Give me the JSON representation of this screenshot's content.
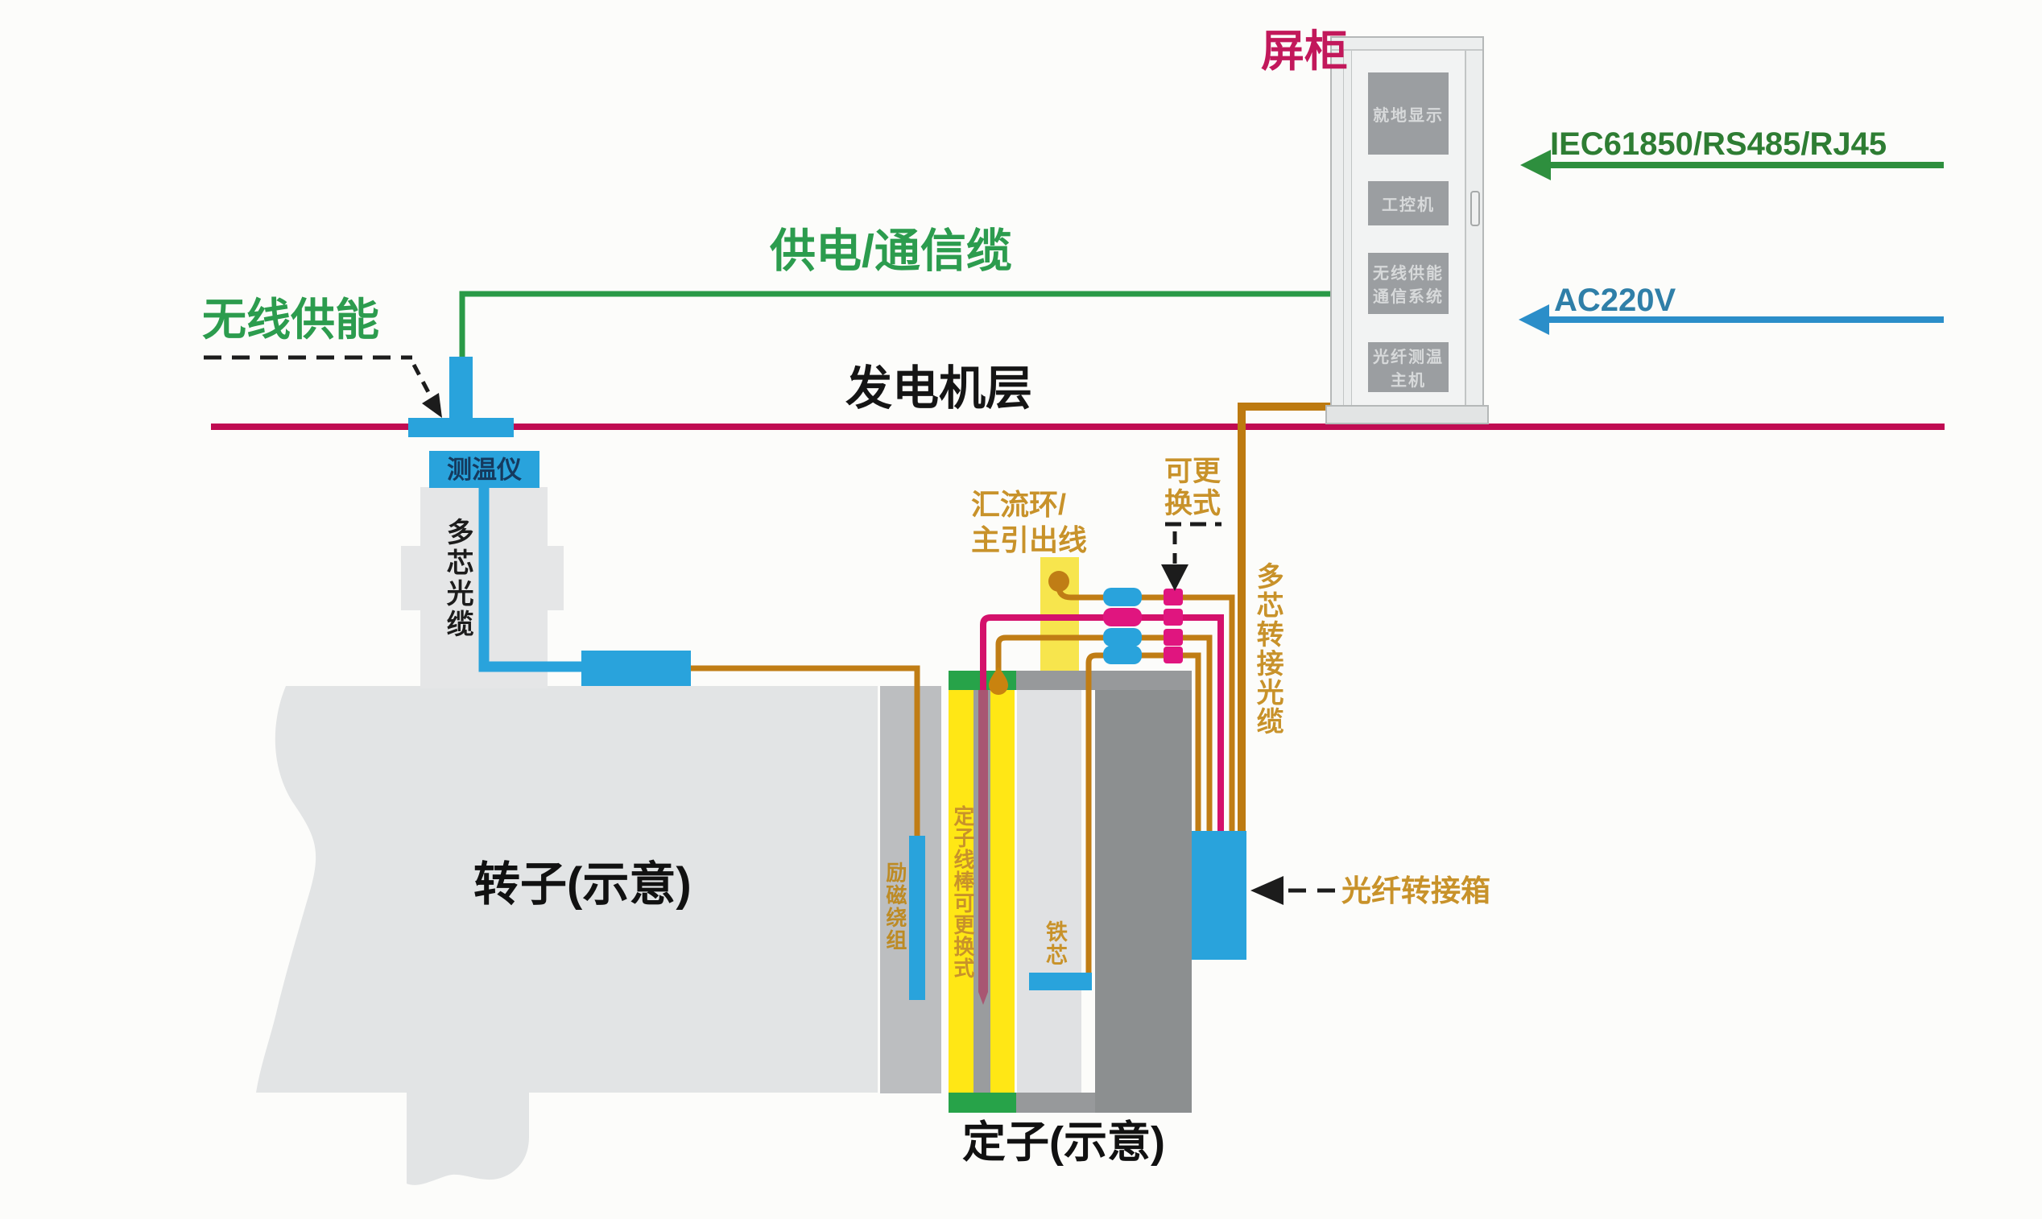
{
  "cabinet": {
    "label": "屏柜",
    "panels": {
      "local_display": "就地显示",
      "ipc": "工控机",
      "wireless_line1": "无线供能",
      "wireless_line2": "通信系统",
      "fiber_host_line1": "光纤测温",
      "fiber_host_line2": "主机"
    }
  },
  "annotations": {
    "protocol_arrow": "IEC61850/RS485/RJ45",
    "power_arrow": "AC220V",
    "supply_comm_cable": "供电/通信缆",
    "wireless_power": "无线供能",
    "generator_floor": "发电机层",
    "replaceable_line1": "可更",
    "replaceable_line2": "换式",
    "collector_ring_line1": "汇流环/",
    "collector_ring_line2": "主引出线",
    "multicore_adapter_fiber": "多芯转接光缆",
    "fiber_junction_box": "光纤转接箱"
  },
  "rotor": {
    "label": "转子(示意)",
    "temp_instrument": "测温仪",
    "multicore_fiber": "多芯光缆",
    "excitation_winding": "励磁绕组"
  },
  "stator": {
    "label": "定子(示意)",
    "stator_bar": "定子线棒可更换式",
    "iron_core": "铁芯"
  },
  "colors": {
    "accent_green": "#2c9c4e",
    "protocol_green": "#2e7d33",
    "accent_blue": "#29a3dc",
    "power_blue": "#2f7fa8",
    "floor_crimson": "#c00b52",
    "cabinet_magenta": "#c2185b",
    "wire_orange": "#c07d15",
    "label_gold": "#c8922a",
    "connector_pink": "#e0157f",
    "bar_yellow": "#ffe715"
  }
}
